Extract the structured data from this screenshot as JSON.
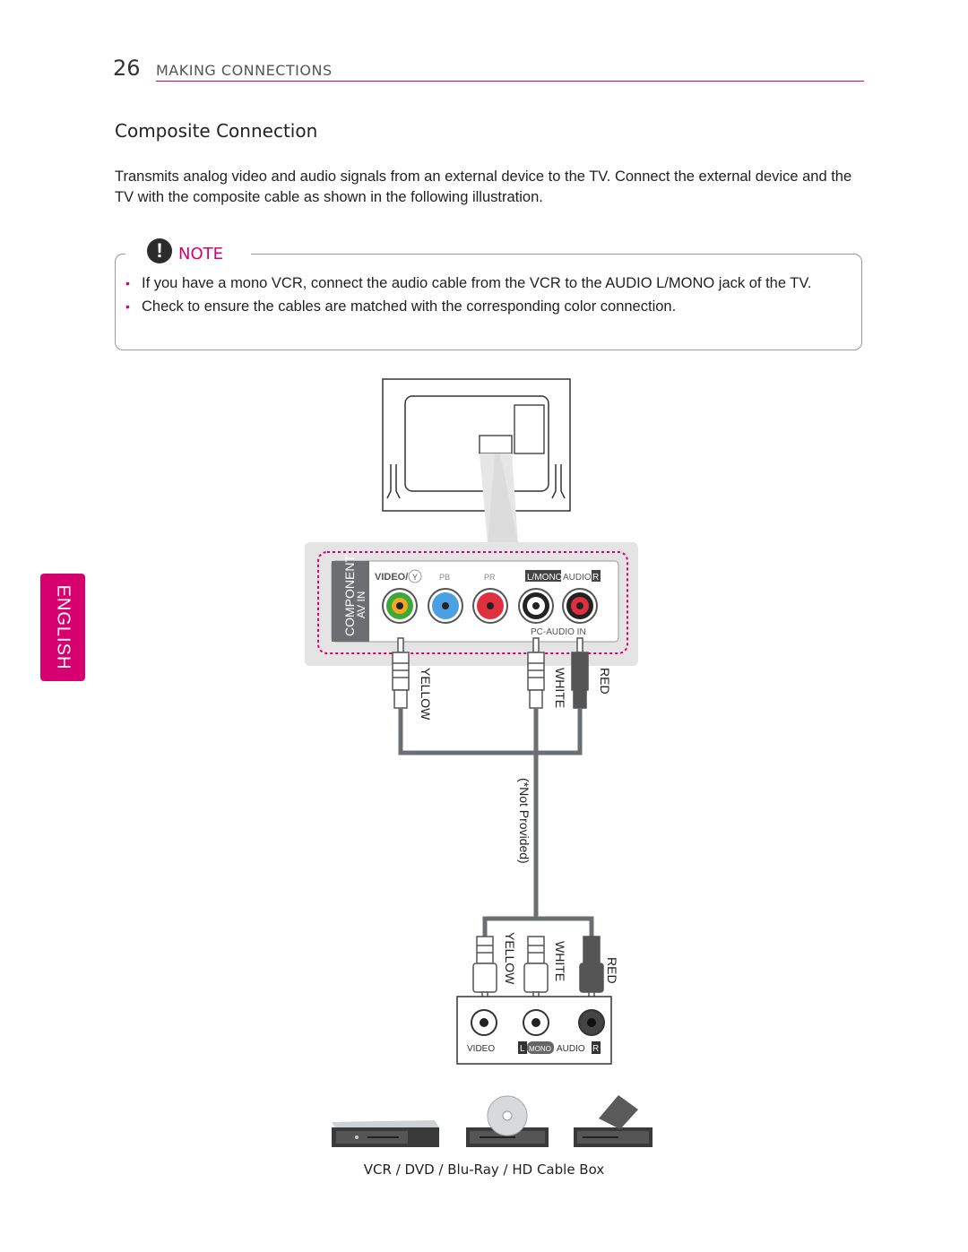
{
  "header": {
    "page_number": "26",
    "section": "MAKING CONNECTIONS"
  },
  "title": "Composite Connection",
  "intro": "Transmits analog video and audio signals from an external device to the TV. Connect the external device and the TV with the composite cable as shown in the following illustration.",
  "note": {
    "label": "NOTE",
    "items": [
      "If you have a mono VCR, connect the audio cable from the VCR to the AUDIO L/MONO jack of the TV.",
      "Check to ensure the cables are matched with the corresponding color connection."
    ]
  },
  "language_tab": "ENGLISH",
  "tv_panel": {
    "side_label_1": "COMPONENT",
    "side_label_2": "AV IN",
    "video_label": "VIDEO/",
    "y_label": "Y",
    "pb_label": "PB",
    "pr_label": "PR",
    "lmono_label": "L/MONO",
    "audio_label": "AUDIO",
    "r_label": "R",
    "pc_audio_label": "PC-AUDIO IN"
  },
  "cable_labels": {
    "yellow": "YELLOW",
    "white": "WHITE",
    "red": "RED"
  },
  "not_provided": "(*Not Provided)",
  "device_panel": {
    "video_label": "VIDEO",
    "l_label": "L",
    "mono_label": "MONO",
    "audio_label": "AUDIO",
    "r_label": "R"
  },
  "caption": "VCR / DVD / Blu-Ray / HD Cable Box",
  "colors": {
    "accent": "#d6006f",
    "yellow_jack": "#f5a623",
    "green_jack": "#3aa935",
    "blue_jack": "#4aa0e0",
    "red_jack": "#e03040",
    "cable": "#6b6f73"
  }
}
